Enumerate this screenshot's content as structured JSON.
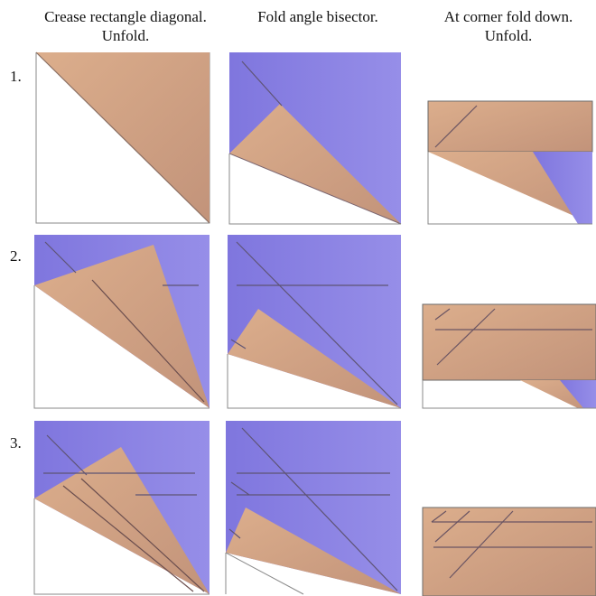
{
  "headers": {
    "col1": [
      "Crease rectangle diagonal.",
      "Unfold."
    ],
    "col2": [
      "Fold angle bisector."
    ],
    "col3": [
      "At corner fold down.",
      "Unfold."
    ]
  },
  "rows": [
    "1.",
    "2.",
    "3."
  ],
  "colors": {
    "paper_tan": "#d4a382",
    "paper_tan_dark": "#b88a70",
    "paper_blue": "#8f86e6",
    "paper_blue_dark": "#7a70d6",
    "crease": "#6b5563",
    "edge": "#8a8a8a"
  }
}
